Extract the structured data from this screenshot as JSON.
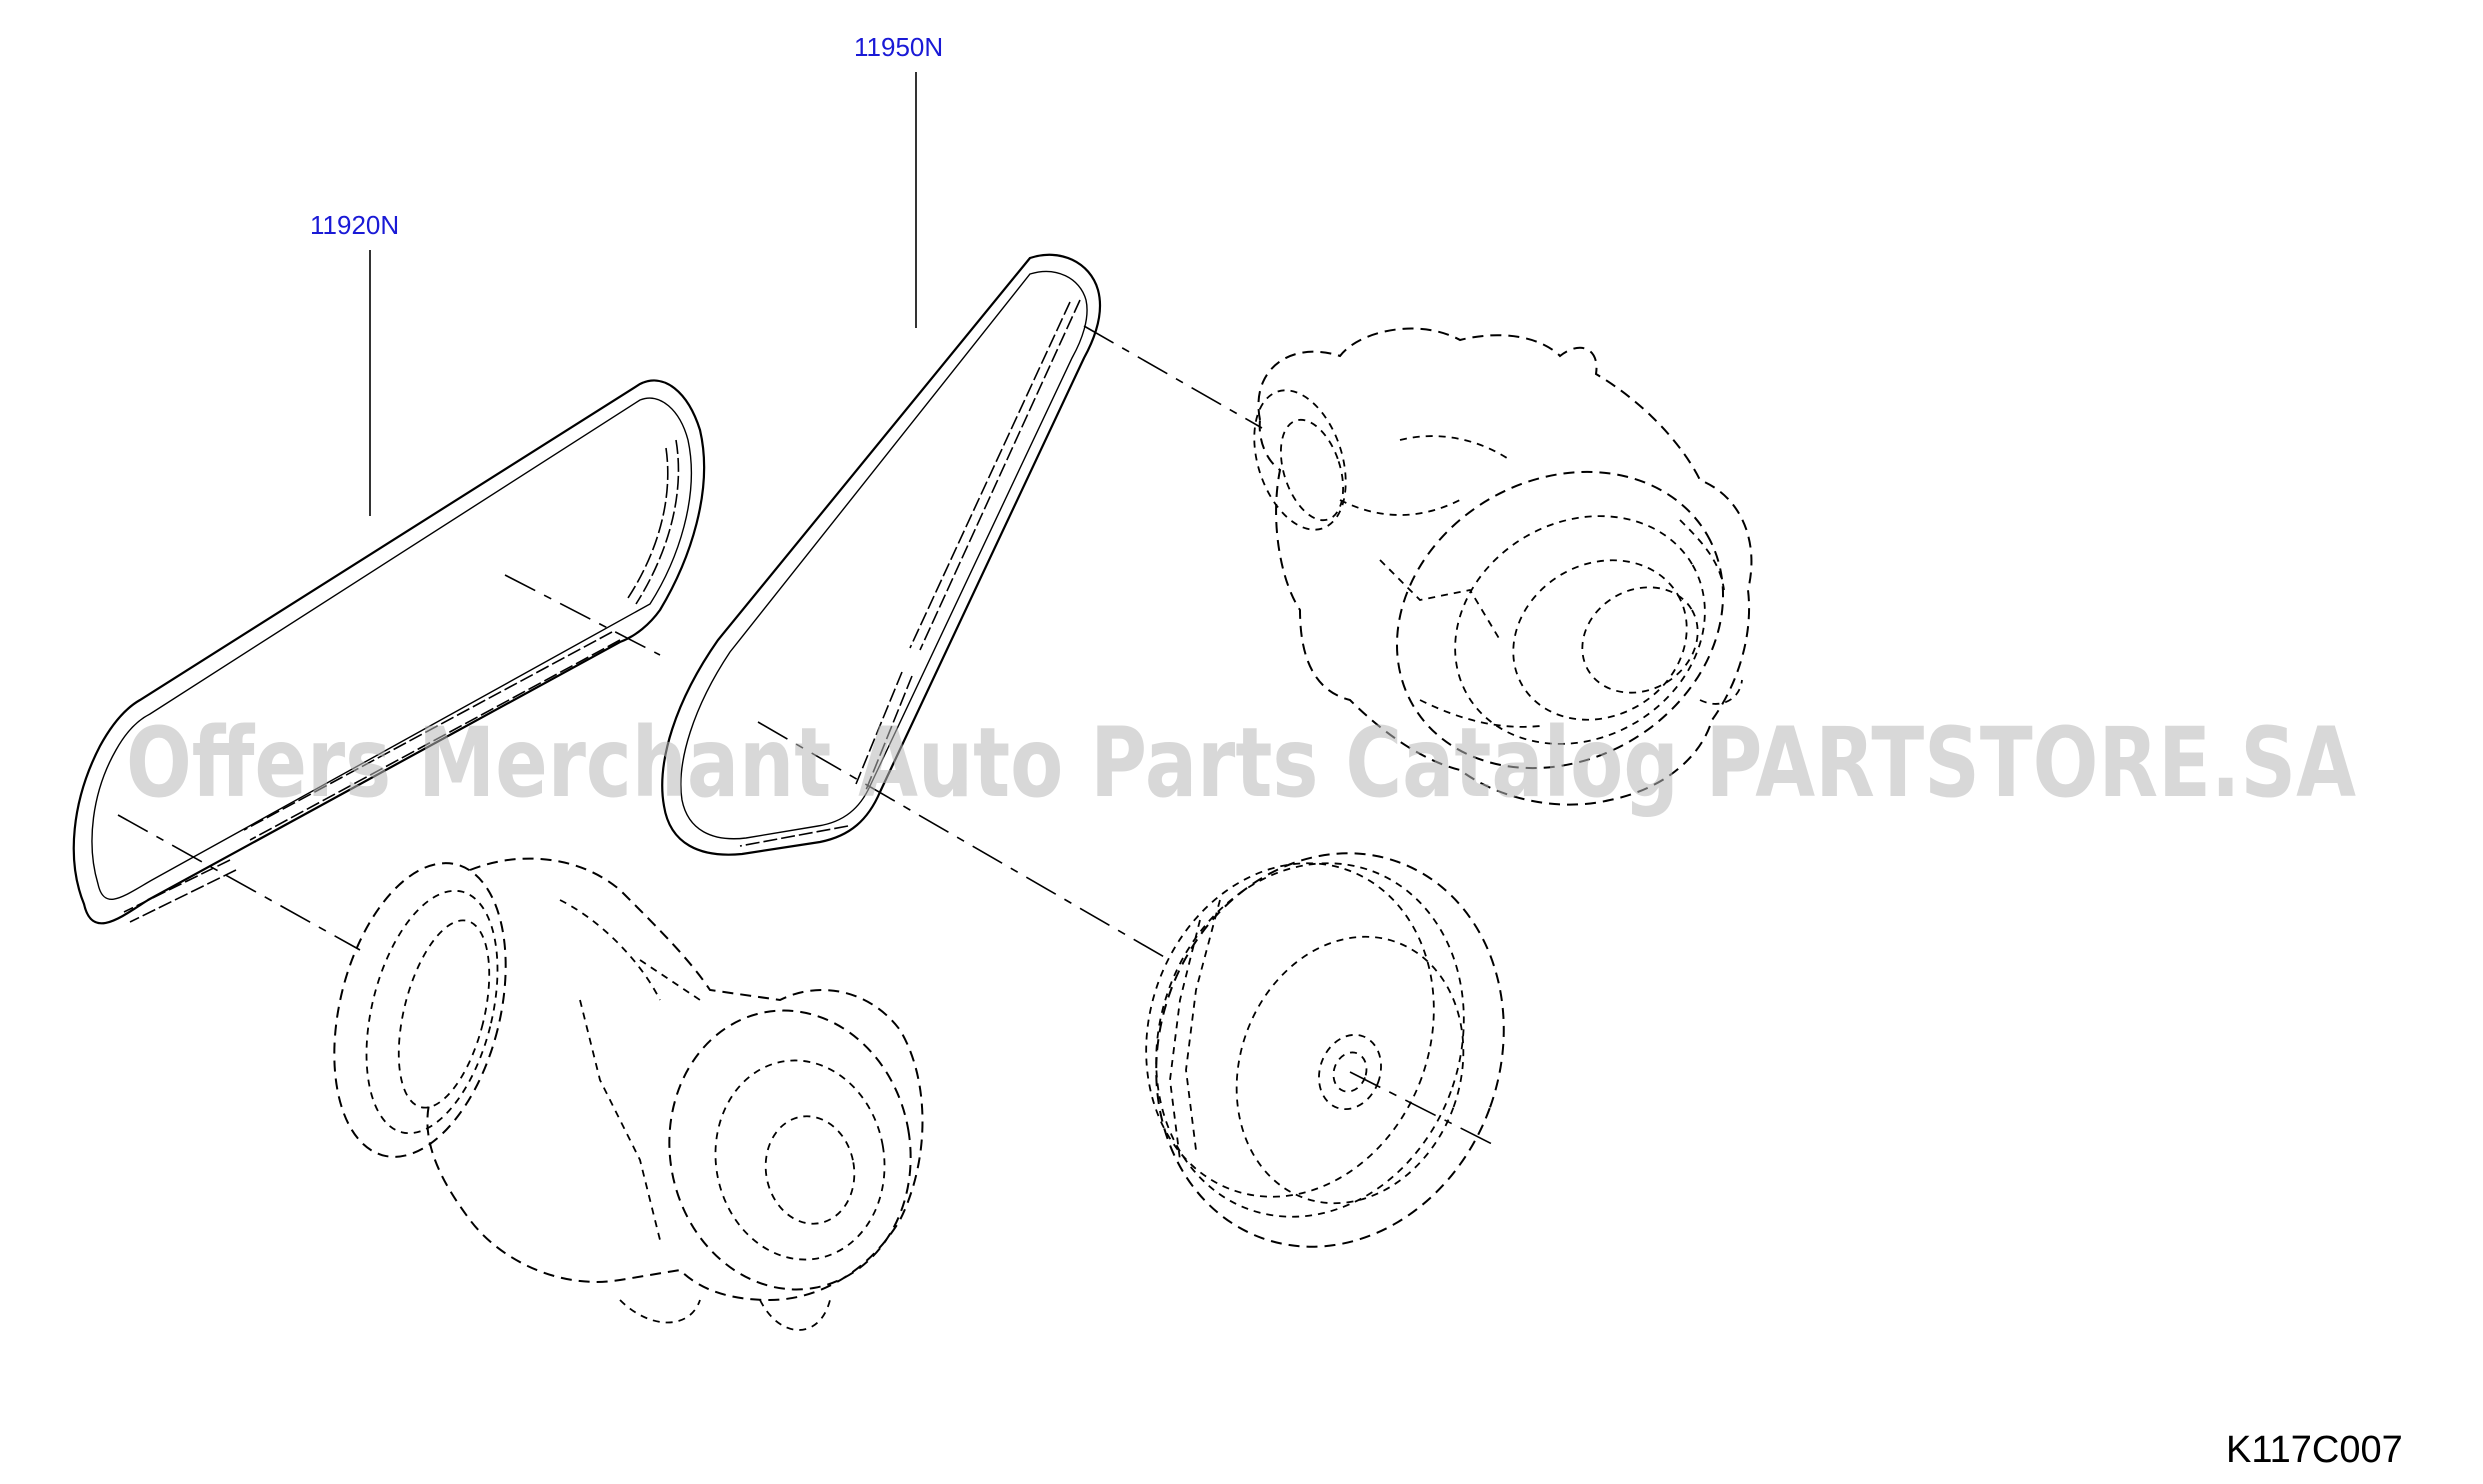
{
  "parts": [
    {
      "number": "11920N",
      "color": "#1a1ad6"
    },
    {
      "number": "11950N",
      "color": "#1a1ad6"
    }
  ],
  "illustration_code": "K117C007",
  "watermark": "Offers Merchant Auto Parts Catalog PARTSTORE.SA",
  "components": {
    "belt_left": "fan belt",
    "belt_right": "fan belt",
    "alternator": "alternator",
    "compressor": "compressor",
    "crank_pulley": "crankshaft pulley"
  }
}
